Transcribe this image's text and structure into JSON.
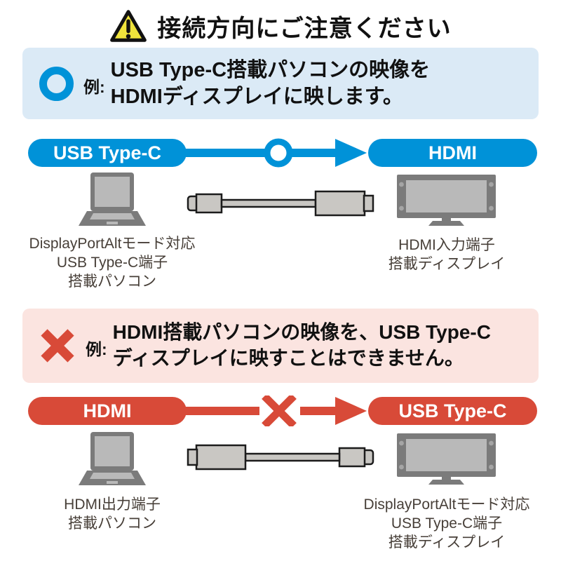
{
  "colors": {
    "blue": "#0092d8",
    "blue_bg": "#dbeaf6",
    "red": "#d84a38",
    "red_bg": "#fbe4e0",
    "warning_yellow": "#efe33c",
    "ink": "#111111",
    "caption_ink": "#473f38",
    "device_dark": "#7b7b7b",
    "device_light": "#b9b9b9",
    "device_dot": "#a5a5a5",
    "cable_fill": "#c9c7c3",
    "cable_stroke": "#1c1c1c"
  },
  "header": {
    "title": "接続方向にご注意ください",
    "icon": "warning-triangle"
  },
  "good_example": {
    "mark": "ok-circle",
    "prefix": "例:",
    "line1": "USB Type-C搭載パソコンの映像を",
    "line2": "HDMIディスプレイに映します。",
    "flow": {
      "source_label": "USB Type-C",
      "target_label": "HDMI",
      "connector_mark": "ok-circle",
      "direction": "left-to-right"
    },
    "source_caption": [
      "DisplayPortAltモード対応",
      "USB Type-C端子",
      "搭載パソコン"
    ],
    "target_caption": [
      "HDMI入力端子",
      "搭載ディスプレイ"
    ]
  },
  "bad_example": {
    "mark": "ng-cross",
    "prefix": "例:",
    "line1": "HDMI搭載パソコンの映像を、USB Type-C",
    "line2": "ディスプレイに映すことはできません。",
    "flow": {
      "source_label": "HDMI",
      "target_label": "USB Type-C",
      "connector_mark": "ng-cross",
      "direction": "left-to-right"
    },
    "source_caption": [
      "HDMI出力端子",
      "搭載パソコン"
    ],
    "target_caption": [
      "DisplayPortAltモード対応",
      "USB Type-C端子",
      "搭載ディスプレイ"
    ]
  }
}
